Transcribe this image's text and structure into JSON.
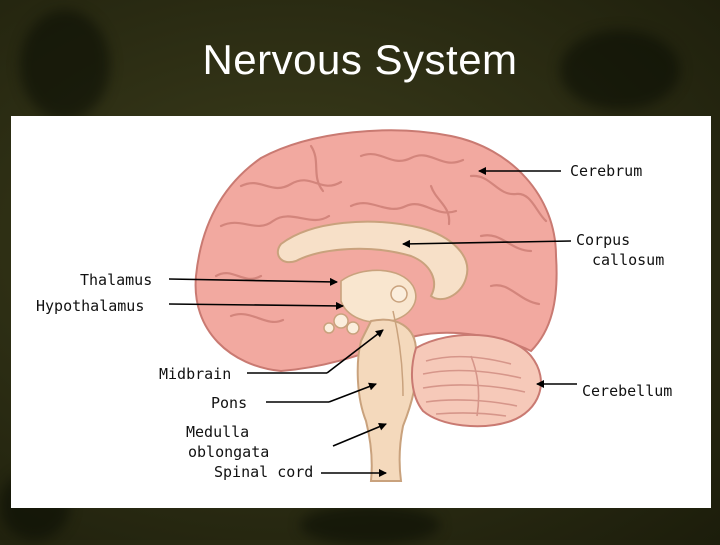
{
  "slide": {
    "title": "Nervous System"
  },
  "diagram": {
    "labels": {
      "cerebrum": "Cerebrum",
      "corpus_line1": "Corpus",
      "corpus_line2": "callosum",
      "thalamus": "Thalamus",
      "hypothalamus": "Hypothalamus",
      "midbrain": "Midbrain",
      "pons": "Pons",
      "medulla_line1": "Medulla",
      "medulla_line2": "oblongata",
      "spinal_cord": "Spinal cord",
      "cerebellum": "Cerebellum"
    },
    "colors": {
      "cortex": "#f2a9a0",
      "cortex_dark": "#d98a82",
      "inner": "#f7dcc4",
      "brainstem": "#f4d9bc",
      "cerebellum": "#f6c9b9"
    }
  }
}
